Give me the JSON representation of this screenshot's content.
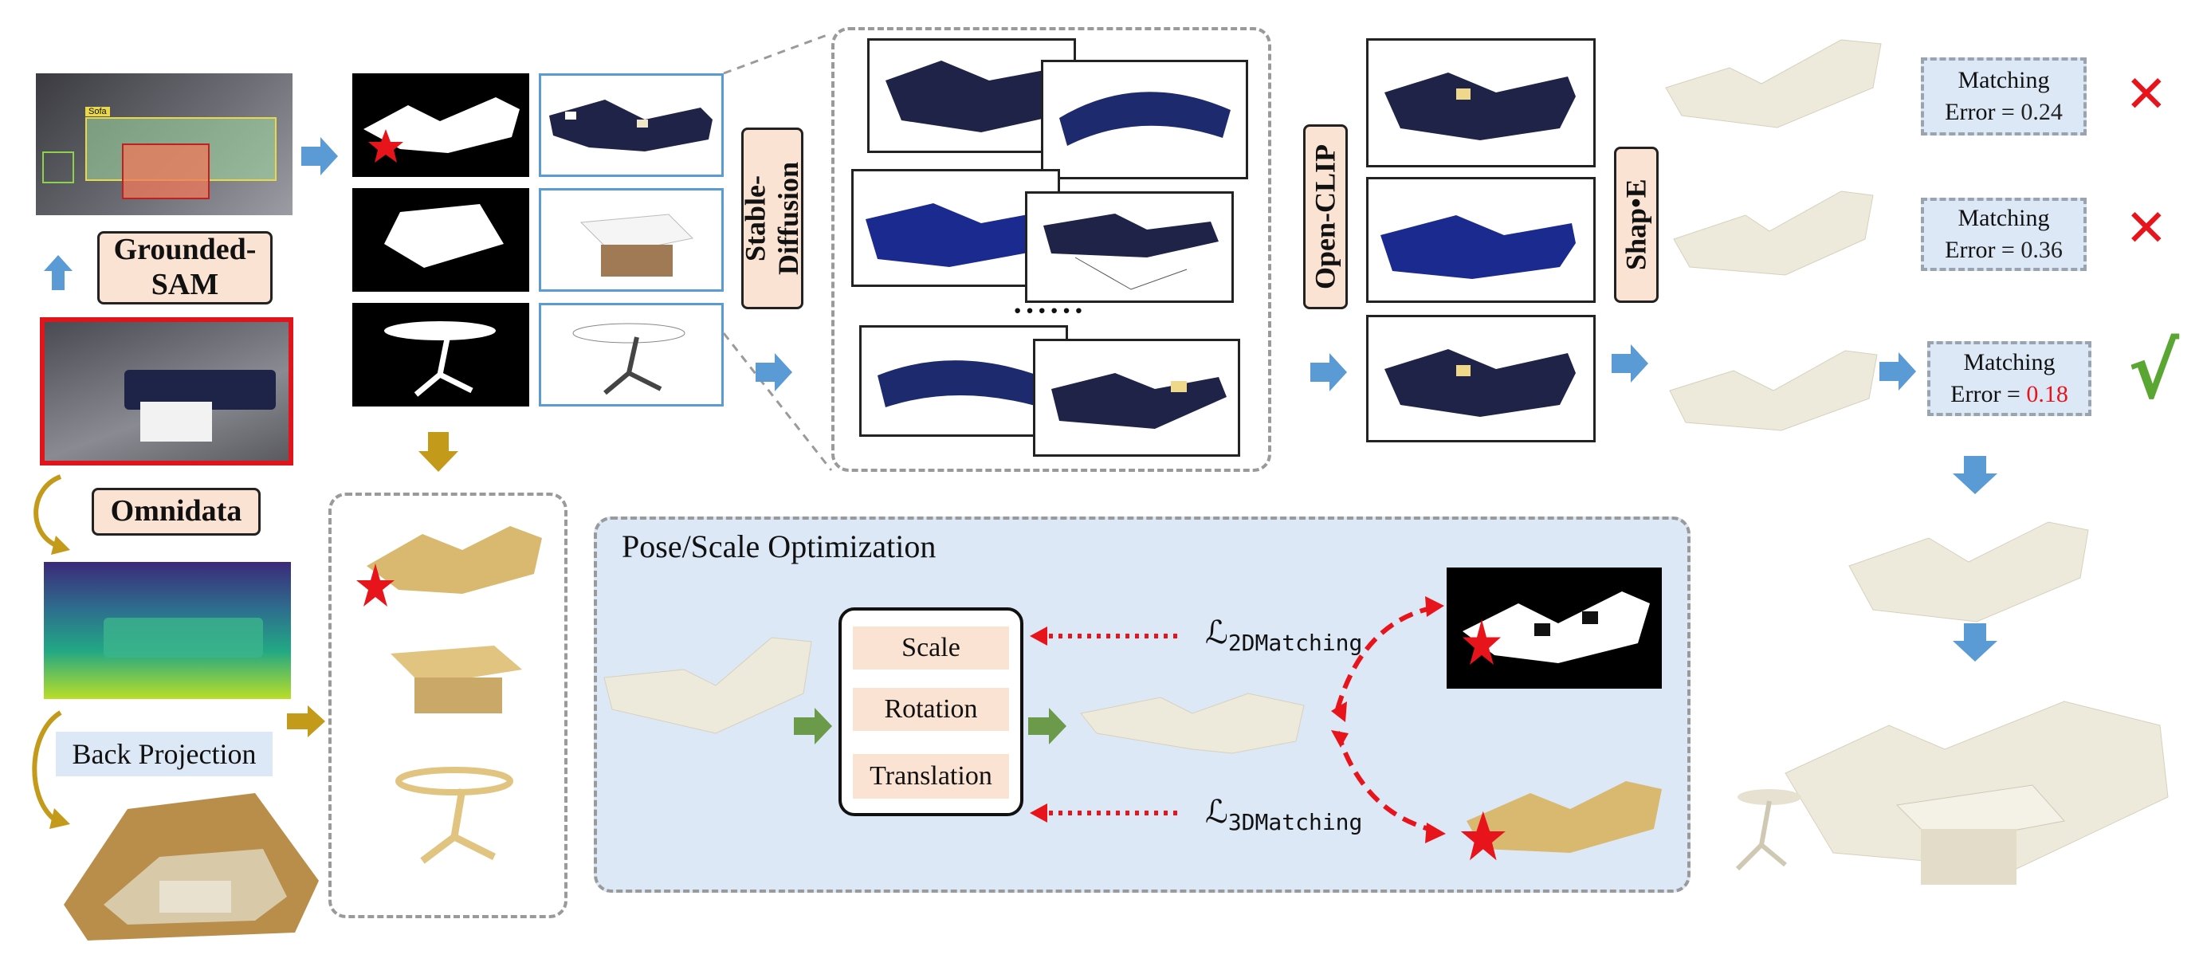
{
  "labels": {
    "grounded_sam": "Grounded-SAM",
    "omnidata": "Omnidata",
    "back_projection": "Back Projection",
    "stable_diffusion": "Stable-Diffusion",
    "open_clip": "Open-CLIP",
    "shap_e": "Shap•E",
    "ellipsis": "······",
    "sofa_tag": "Sofa"
  },
  "matching": [
    {
      "line1": "Matching",
      "prefix": "Error = ",
      "value": "0.24",
      "verdict_icon": "cross-icon",
      "verdict_color": "#e8141b",
      "value_color": "#222222"
    },
    {
      "line1": "Matching",
      "prefix": "Error = ",
      "value": "0.36",
      "verdict_icon": "cross-icon",
      "verdict_color": "#e8141b",
      "value_color": "#222222"
    },
    {
      "line1": "Matching",
      "prefix": "Error = ",
      "value": "0.18",
      "verdict_icon": "check-icon",
      "verdict_color": "#5aa632",
      "value_color": "#e8141b"
    }
  ],
  "verdict_glyphs": {
    "cross": "✕",
    "check": "√"
  },
  "optimization": {
    "title": "Pose/Scale Optimization",
    "items": [
      "Scale",
      "Rotation",
      "Translation"
    ],
    "loss_2d": "ℒ",
    "loss_2d_sub": "2DMatching",
    "loss_3d": "ℒ",
    "loss_3d_sub": "3DMatching"
  },
  "colors": {
    "arrow_blue": "#5b9bd5",
    "arrow_gold": "#c49a1a",
    "arrow_green": "#6a9a4a",
    "star_red": "#e8141b",
    "opt_panel": "#dce8f5",
    "label_fill": "#fbe3d4"
  }
}
